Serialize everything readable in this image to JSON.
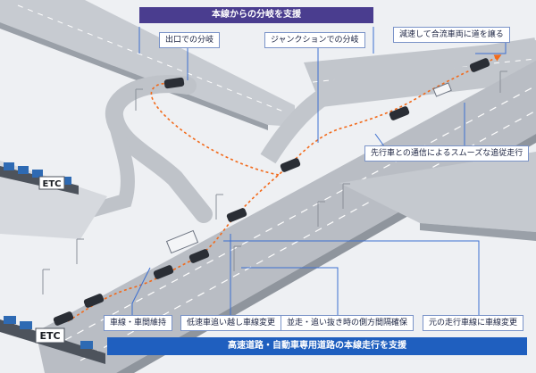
{
  "banners": {
    "top": "本線からの分岐を支援",
    "bottom": "高速道路・自動車専用道路の本線走行を支援"
  },
  "labels": {
    "exit": "出口での分岐",
    "junction": "ジャンクションでの分岐",
    "yield": "減速して合流車両に道を譲る",
    "follow": "先行車との通信によるスムーズな追従走行",
    "keep": "車線・車間維持",
    "overtake": "低速車追い越し車線変更",
    "side": "並走・追い抜き時の側方間隔確保",
    "return": "元の走行車線に車線変更"
  },
  "toll_signs": {
    "upper": "ETC",
    "lower": "ETC"
  },
  "colors": {
    "banner_top": "#4a3d8f",
    "banner_bottom": "#1f5fbf",
    "leader_line": "#3c6fd0",
    "trajectory": "#f26a1b",
    "road": "#b9bdc4",
    "ground": "#eef0f3"
  }
}
